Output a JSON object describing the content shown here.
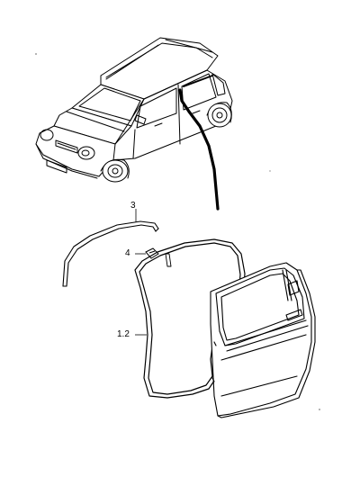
{
  "labels": {
    "part_3": "3",
    "part_4": "4",
    "part_1_2": "1.2"
  },
  "colors": {
    "line": "#000000",
    "background": "#ffffff"
  }
}
